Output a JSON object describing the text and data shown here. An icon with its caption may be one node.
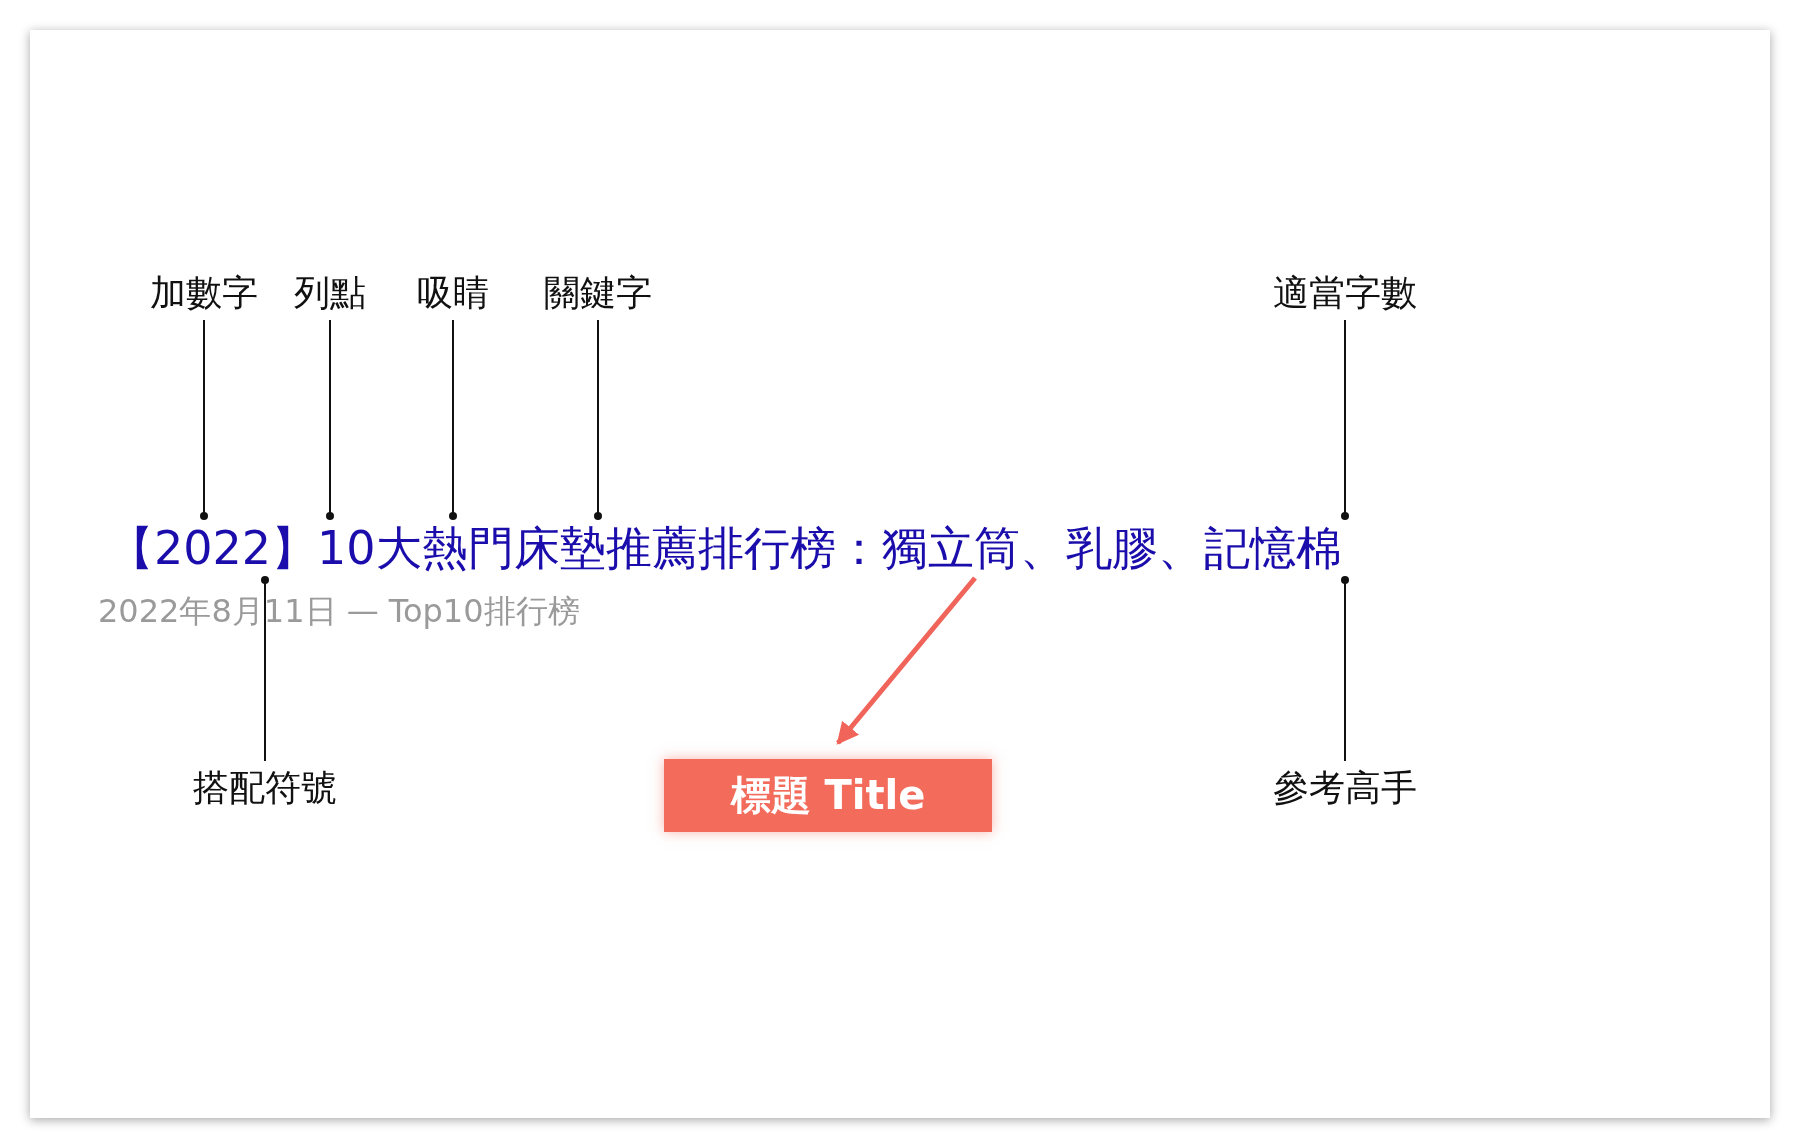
{
  "diagram": {
    "nodes": [
      {
        "text": [
          "加數字"
        ]
      },
      {
        "text": [
          "列點"
        ]
      },
      {
        "text": [
          "吸睛"
        ]
      },
      {
        "text": [
          "關鍵字"
        ]
      },
      {
        "text": [
          "適當字數"
        ]
      },
      {
        "text": [
          "【2022】10大熱門床墊推薦排行榜：獨立筒、乳膠、記憶棉"
        ]
      },
      {
        "text": [
          "搭配符號"
        ]
      },
      {
        "text": [
          "參考高手"
        ]
      },
      {
        "text": [
          "標題 Title"
        ]
      }
    ],
    "edges": [
      {
        "from": 0,
        "to": 5,
        "arrow": "other"
      },
      {
        "from": 1,
        "to": 5,
        "arrow": "other"
      },
      {
        "from": 2,
        "to": 5,
        "arrow": "other"
      },
      {
        "from": 3,
        "to": 5,
        "arrow": "other"
      },
      {
        "from": 4,
        "to": 5,
        "arrow": "other"
      },
      {
        "from": 6,
        "to": 5,
        "arrow": "other"
      },
      {
        "from": 7,
        "to": 5,
        "arrow": "other"
      },
      {
        "from": 5,
        "to": 8,
        "arrow": "to",
        "style": "thick",
        "color": "#f0645a"
      }
    ],
    "labels": [
      "2022年8月11日 — Top10排行榜"
    ]
  }
}
